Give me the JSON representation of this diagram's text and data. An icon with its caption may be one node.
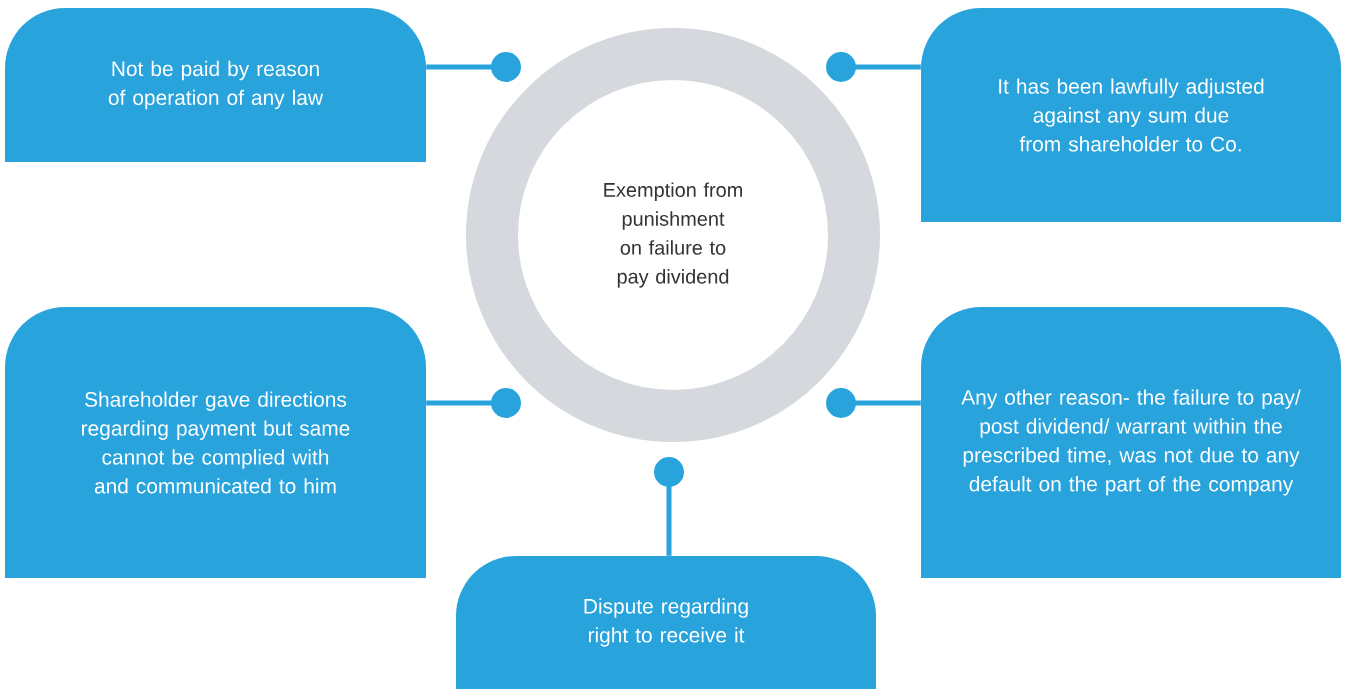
{
  "diagram": {
    "nodes": [
      {
        "text": [
          "Exemption from punishment on failure to pay dividend"
        ]
      },
      {
        "text": [
          "Not be paid by reason of operation of any law"
        ]
      },
      {
        "text": [
          "It has been lawfully adjusted against any sum due from shareholder to Co."
        ]
      },
      {
        "text": [
          "Shareholder gave directions regarding payment but same cannot be complied with and communicated to him"
        ]
      },
      {
        "text": [
          "Any other reason- the failure to pay/ post dividend/ warrant within the prescribed time, was not due to any default on the part of the company"
        ]
      },
      {
        "text": [
          "Dispute regarding right to receive it"
        ]
      }
    ],
    "edges": [
      {
        "from": 1,
        "to": 0,
        "arrow": "other"
      },
      {
        "from": 2,
        "to": 0,
        "arrow": "other"
      },
      {
        "from": 3,
        "to": 0,
        "arrow": "other"
      },
      {
        "from": 4,
        "to": 0,
        "arrow": "other"
      },
      {
        "from": 5,
        "to": 0,
        "arrow": "other"
      }
    ]
  }
}
